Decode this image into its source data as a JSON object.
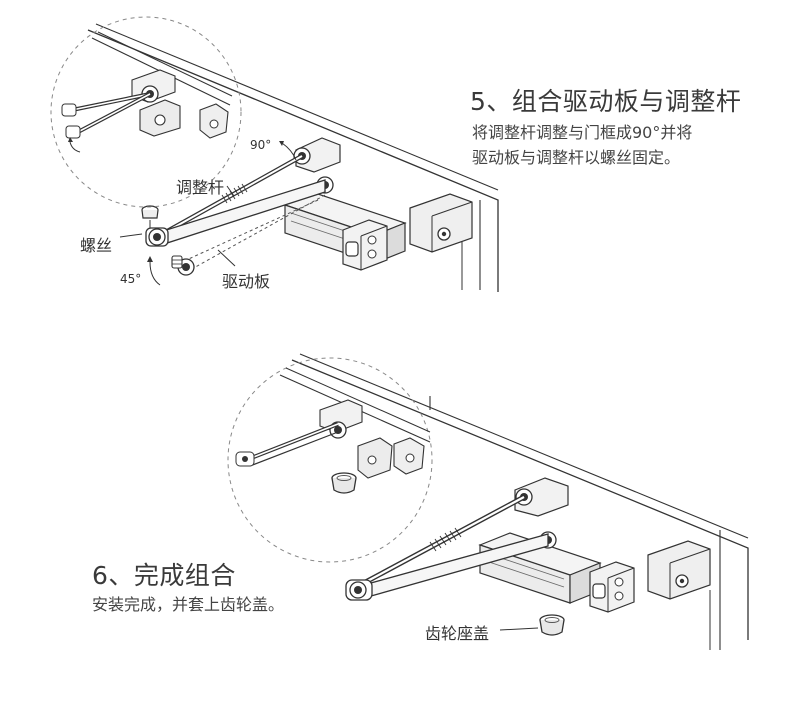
{
  "step5": {
    "title": "5、组合驱动板与调整杆",
    "desc_line1": "将调整杆调整与门框成90°并将",
    "desc_line2": "驱动板与调整杆以螺丝固定。",
    "labels": {
      "adjust_rod": "调整杆",
      "screw": "螺丝",
      "drive_plate": "驱动板",
      "angle_90": "90°",
      "angle_45": "45°"
    }
  },
  "step6": {
    "title": "6、完成组合",
    "desc": "安装完成，并套上齿轮盖。",
    "labels": {
      "gear_cover": "齿轮座盖"
    }
  },
  "colors": {
    "line": "#333333",
    "dashed_circle": "#888888",
    "fill_light": "#f4f4f4",
    "fill_body": "#e9e9e9"
  }
}
